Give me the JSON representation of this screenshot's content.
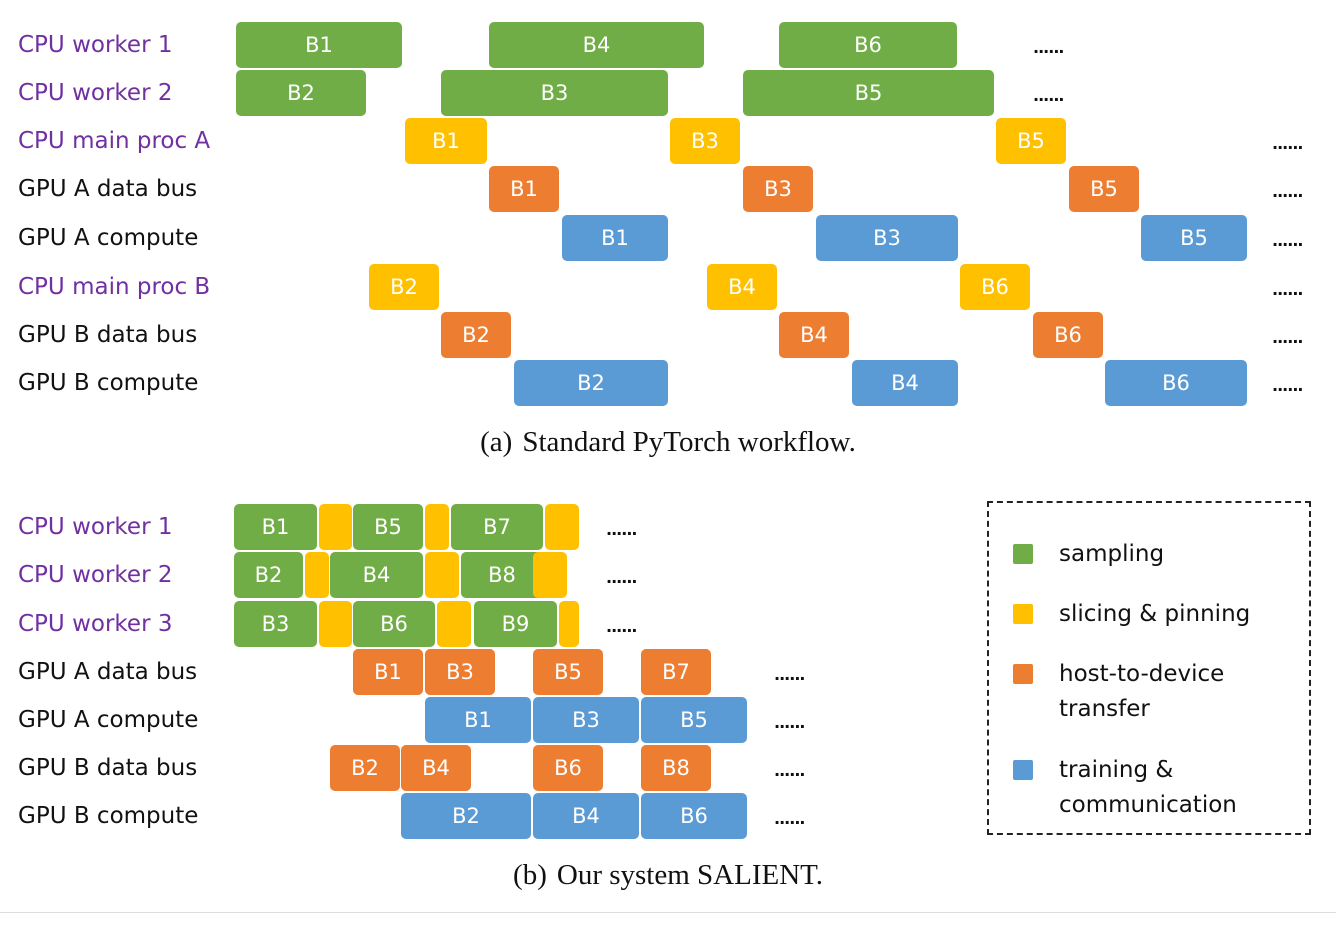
{
  "panel_a": {
    "caption_tag": "(a)",
    "caption_text": "Standard PyTorch workflow.",
    "rows": [
      {
        "label": "CPU worker 1",
        "cpu": true,
        "blocks": [
          {
            "kind": "sampling",
            "text": "B1"
          },
          {
            "kind": "sampling",
            "text": "B4"
          },
          {
            "kind": "sampling",
            "text": "B6"
          }
        ]
      },
      {
        "label": "CPU worker 2",
        "cpu": true,
        "blocks": [
          {
            "kind": "sampling",
            "text": "B2"
          },
          {
            "kind": "sampling",
            "text": "B3"
          },
          {
            "kind": "sampling",
            "text": "B5"
          }
        ]
      },
      {
        "label": "CPU main proc A",
        "cpu": true,
        "blocks": [
          {
            "kind": "slicing",
            "text": "B1"
          },
          {
            "kind": "slicing",
            "text": "B3"
          },
          {
            "kind": "slicing",
            "text": "B5"
          }
        ]
      },
      {
        "label": "GPU A data bus",
        "cpu": false,
        "blocks": [
          {
            "kind": "transfer",
            "text": "B1"
          },
          {
            "kind": "transfer",
            "text": "B3"
          },
          {
            "kind": "transfer",
            "text": "B5"
          }
        ]
      },
      {
        "label": "GPU A compute",
        "cpu": false,
        "blocks": [
          {
            "kind": "training",
            "text": "B1"
          },
          {
            "kind": "training",
            "text": "B3"
          },
          {
            "kind": "training",
            "text": "B5"
          }
        ]
      },
      {
        "label": "CPU main proc B",
        "cpu": true,
        "blocks": [
          {
            "kind": "slicing",
            "text": "B2"
          },
          {
            "kind": "slicing",
            "text": "B4"
          },
          {
            "kind": "slicing",
            "text": "B6"
          }
        ]
      },
      {
        "label": "GPU B data bus",
        "cpu": false,
        "blocks": [
          {
            "kind": "transfer",
            "text": "B2"
          },
          {
            "kind": "transfer",
            "text": "B4"
          },
          {
            "kind": "transfer",
            "text": "B6"
          }
        ]
      },
      {
        "label": "GPU B compute",
        "cpu": false,
        "blocks": [
          {
            "kind": "training",
            "text": "B2"
          },
          {
            "kind": "training",
            "text": "B4"
          },
          {
            "kind": "training",
            "text": "B6"
          }
        ]
      }
    ]
  },
  "panel_b": {
    "caption_tag": "(b)",
    "caption_text": "Our system SALIENT.",
    "rows": [
      {
        "label": "CPU worker 1",
        "cpu": true,
        "blocks": [
          {
            "kind": "sampling",
            "text": "B1"
          },
          {
            "kind": "slicing",
            "text": ""
          },
          {
            "kind": "sampling",
            "text": "B5"
          },
          {
            "kind": "slicing",
            "text": ""
          },
          {
            "kind": "sampling",
            "text": "B7"
          },
          {
            "kind": "slicing",
            "text": ""
          }
        ]
      },
      {
        "label": "CPU worker 2",
        "cpu": true,
        "blocks": [
          {
            "kind": "sampling",
            "text": "B2"
          },
          {
            "kind": "slicing",
            "text": ""
          },
          {
            "kind": "sampling",
            "text": "B4"
          },
          {
            "kind": "slicing",
            "text": ""
          },
          {
            "kind": "sampling",
            "text": "B8"
          },
          {
            "kind": "slicing",
            "text": ""
          }
        ]
      },
      {
        "label": "CPU worker 3",
        "cpu": true,
        "blocks": [
          {
            "kind": "sampling",
            "text": "B3"
          },
          {
            "kind": "slicing",
            "text": ""
          },
          {
            "kind": "sampling",
            "text": "B6"
          },
          {
            "kind": "slicing",
            "text": ""
          },
          {
            "kind": "sampling",
            "text": "B9"
          },
          {
            "kind": "slicing",
            "text": ""
          }
        ]
      },
      {
        "label": "GPU A data bus",
        "cpu": false,
        "blocks": [
          {
            "kind": "transfer",
            "text": "B1"
          },
          {
            "kind": "transfer",
            "text": "B3"
          },
          {
            "kind": "transfer",
            "text": "B5"
          },
          {
            "kind": "transfer",
            "text": "B7"
          }
        ]
      },
      {
        "label": "GPU A compute",
        "cpu": false,
        "blocks": [
          {
            "kind": "training",
            "text": "B1"
          },
          {
            "kind": "training",
            "text": "B3"
          },
          {
            "kind": "training",
            "text": "B5"
          }
        ]
      },
      {
        "label": "GPU B data bus",
        "cpu": false,
        "blocks": [
          {
            "kind": "transfer",
            "text": "B2"
          },
          {
            "kind": "transfer",
            "text": "B4"
          },
          {
            "kind": "transfer",
            "text": "B6"
          },
          {
            "kind": "transfer",
            "text": "B8"
          }
        ]
      },
      {
        "label": "GPU B compute",
        "cpu": false,
        "blocks": [
          {
            "kind": "training",
            "text": "B2"
          },
          {
            "kind": "training",
            "text": "B4"
          },
          {
            "kind": "training",
            "text": "B6"
          }
        ]
      }
    ]
  },
  "ellipsis": "......",
  "legend": {
    "items": [
      {
        "kind": "sampling",
        "label": "sampling"
      },
      {
        "kind": "slicing",
        "label": "slicing & pinning"
      },
      {
        "kind": "transfer",
        "label": "host-to-device transfer"
      },
      {
        "kind": "training",
        "label": "training & communication"
      }
    ]
  },
  "colors": {
    "sampling": "#70ad47",
    "slicing": "#ffc000",
    "transfer": "#ed7d31",
    "training": "#5b9bd5",
    "cpu_label": "#7030a0",
    "gpu_label": "#111111"
  }
}
